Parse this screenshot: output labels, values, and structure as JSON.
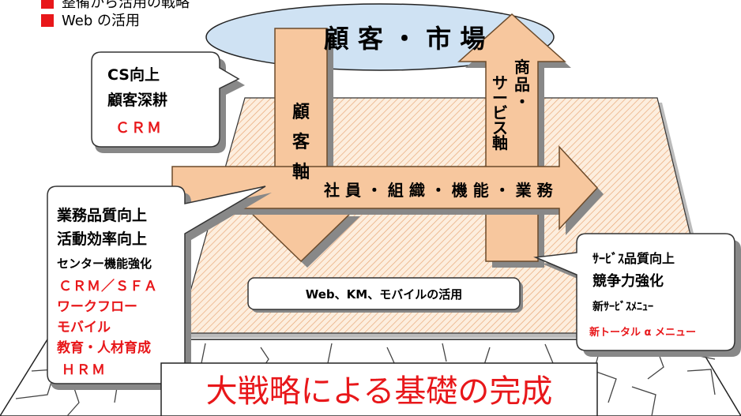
{
  "bullets": [
    {
      "text": "整備から活用の戦略"
    },
    {
      "text": "Web の活用"
    }
  ],
  "ellipse_label": "顧 客 ・ 市 場",
  "arrows": {
    "customer_axis": [
      "顧",
      "客",
      "軸"
    ],
    "product_axis_left": [
      "サ",
      "ー",
      "ビ",
      "ス",
      "軸"
    ],
    "product_axis_right": [
      "商",
      "品",
      "・"
    ],
    "staff_axis": "社 員 ・ 組 織 ・ 機 能 ・ 業 務"
  },
  "callouts": {
    "cs": {
      "line1": "CS向上",
      "line2": "顧客深耕",
      "line3": "ＣＲＭ"
    },
    "business": {
      "line1": "業務品質向上",
      "line2": "活動効率向上",
      "line3": "センター機能強化",
      "line4": "ＣＲＭ／ＳＦＡ",
      "line5": "ワークフロー",
      "line6": "モバイル",
      "line7": "教育・人材育成",
      "line8": "ＨＲＭ"
    },
    "service": {
      "line1": "ｻｰﾋﾞｽ品質向上",
      "line2": "競争力強化",
      "line3": "新ｻｰﾋﾞｽﾒﾆｭｰ",
      "line4": "新トータル α メニュー"
    }
  },
  "web_box": "Web、KM、モバイルの活用",
  "title": "大戦略による基礎の完成",
  "colors": {
    "red": "#e8171a",
    "arrow_fill": "#f7c79e",
    "arrow_stroke": "#6b4a2a",
    "ellipse_fill": "#cfe2f3",
    "platform_fill": "#fbe3cf"
  }
}
